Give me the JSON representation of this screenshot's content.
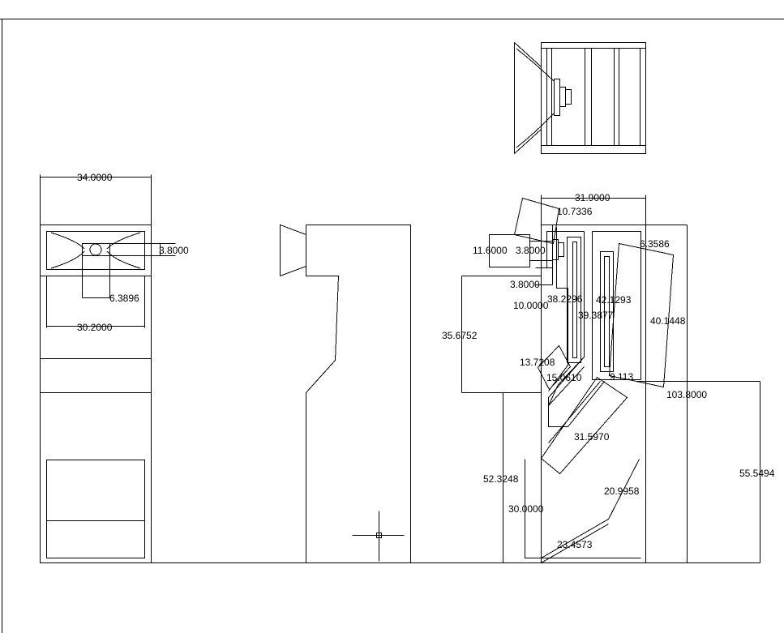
{
  "colors": {
    "background": "#ffffff",
    "lines": "#000000"
  },
  "dimensions": {
    "front_width": "34.0000",
    "front_driver": "3.8000",
    "front_port": "6.3896",
    "front_inner_width": "30.2000",
    "section_top_width": "31.9000",
    "horn_mouth": "10.7336",
    "horn_height": "11.6000",
    "driver_a": "3.8000",
    "driver_b": "3.8000",
    "driver_depth": "10.0000",
    "fold_a": "6.3586",
    "fold_b": "38.2296",
    "fold_c": "42.1293",
    "fold_d": "39.3877",
    "fold_e": "40.1448",
    "side_height": "35.6752",
    "fold_f": "13.7208",
    "fold_g": "15.0610",
    "fold_h": "9.113",
    "total_depth": "103.8000",
    "fold_i": "31.5970",
    "lower_height": "52.3248",
    "cabinet_height": "55.5494",
    "lower_a": "30.0000",
    "lower_b": "20.9958",
    "lower_c": "23.4573"
  }
}
